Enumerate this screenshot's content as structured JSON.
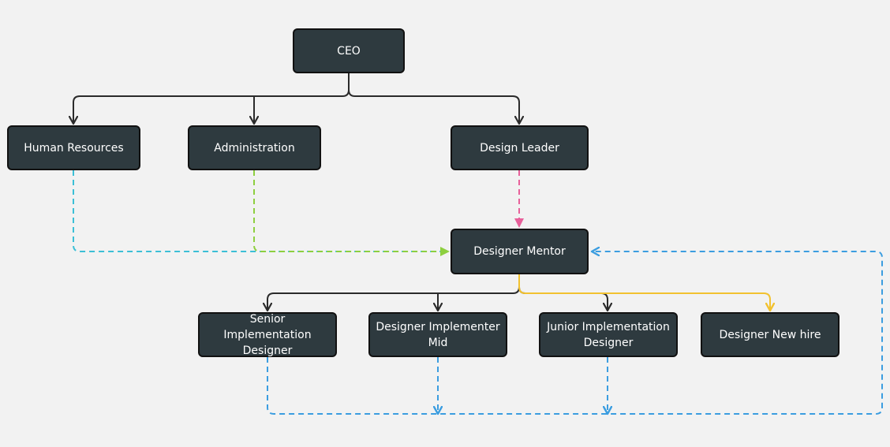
{
  "nodes": {
    "ceo": {
      "label": "CEO"
    },
    "hr": {
      "label": "Human Resources"
    },
    "admin": {
      "label": "Administration"
    },
    "design_leader": {
      "label": "Design Leader"
    },
    "designer_mentor": {
      "label": "Designer Mentor"
    },
    "senior": {
      "label": "Senior Implementation Designer"
    },
    "mid": {
      "label": "Designer Implementer Mid"
    },
    "junior": {
      "label": "Junior Implementation Designer"
    },
    "new_hire": {
      "label": "Designer New hire"
    }
  },
  "colors": {
    "node_fill": "#2e3a3f",
    "solid_line": "#2b2b2b",
    "hr_line": "#3bbfd6",
    "admin_line": "#8dcf3f",
    "leader_line": "#e8609a",
    "mentor_new_hire_line": "#f2c230",
    "feedback_line": "#3b9de0"
  }
}
